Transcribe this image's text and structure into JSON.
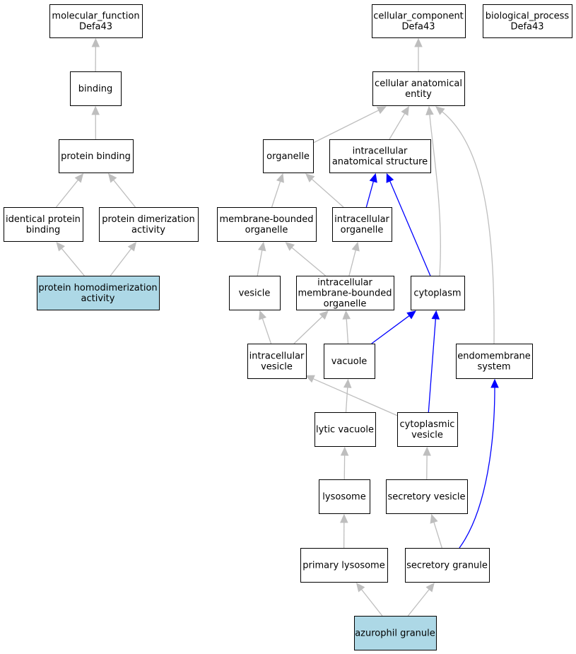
{
  "colors": {
    "node_fill": "#ffffff",
    "highlight_fill": "#add8e6",
    "edge_gray": "#bebebe",
    "edge_blue": "#0000ff",
    "border": "#000000"
  },
  "nodes": [
    {
      "id": "molecular_function",
      "lines": [
        "molecular_function",
        "Defa43"
      ],
      "highlight": false
    },
    {
      "id": "binding",
      "lines": [
        "binding"
      ],
      "highlight": false
    },
    {
      "id": "protein_binding",
      "lines": [
        "protein binding"
      ],
      "highlight": false
    },
    {
      "id": "identical_protein_binding",
      "lines": [
        "identical protein",
        "binding"
      ],
      "highlight": false
    },
    {
      "id": "protein_dimerization_activity",
      "lines": [
        "protein dimerization",
        "activity"
      ],
      "highlight": false
    },
    {
      "id": "protein_homodimerization_activity",
      "lines": [
        "protein homodimerization",
        "activity"
      ],
      "highlight": true
    },
    {
      "id": "cellular_component",
      "lines": [
        "cellular_component",
        "Defa43"
      ],
      "highlight": false
    },
    {
      "id": "biological_process",
      "lines": [
        "biological_process",
        "Defa43"
      ],
      "highlight": false
    },
    {
      "id": "cellular_anatomical_entity",
      "lines": [
        "cellular anatomical",
        "entity"
      ],
      "highlight": false
    },
    {
      "id": "organelle",
      "lines": [
        "organelle"
      ],
      "highlight": false
    },
    {
      "id": "intracellular_anatomical_structure",
      "lines": [
        "intracellular",
        "anatomical structure"
      ],
      "highlight": false
    },
    {
      "id": "membrane_bounded_organelle",
      "lines": [
        "membrane-bounded",
        "organelle"
      ],
      "highlight": false
    },
    {
      "id": "intracellular_organelle",
      "lines": [
        "intracellular",
        "organelle"
      ],
      "highlight": false
    },
    {
      "id": "vesicle",
      "lines": [
        "vesicle"
      ],
      "highlight": false
    },
    {
      "id": "intracellular_membrane_bounded_organelle",
      "lines": [
        "intracellular",
        "membrane-bounded",
        "organelle"
      ],
      "highlight": false
    },
    {
      "id": "cytoplasm",
      "lines": [
        "cytoplasm"
      ],
      "highlight": false
    },
    {
      "id": "intracellular_vesicle",
      "lines": [
        "intracellular",
        "vesicle"
      ],
      "highlight": false
    },
    {
      "id": "vacuole",
      "lines": [
        "vacuole"
      ],
      "highlight": false
    },
    {
      "id": "endomembrane_system",
      "lines": [
        "endomembrane",
        "system"
      ],
      "highlight": false
    },
    {
      "id": "lytic_vacuole",
      "lines": [
        "lytic vacuole"
      ],
      "highlight": false
    },
    {
      "id": "cytoplasmic_vesicle",
      "lines": [
        "cytoplasmic",
        "vesicle"
      ],
      "highlight": false
    },
    {
      "id": "lysosome",
      "lines": [
        "lysosome"
      ],
      "highlight": false
    },
    {
      "id": "secretory_vesicle",
      "lines": [
        "secretory vesicle"
      ],
      "highlight": false
    },
    {
      "id": "primary_lysosome",
      "lines": [
        "primary lysosome"
      ],
      "highlight": false
    },
    {
      "id": "secretory_granule",
      "lines": [
        "secretory granule"
      ],
      "highlight": false
    },
    {
      "id": "azurophil_granule",
      "lines": [
        "azurophil granule"
      ],
      "highlight": true
    }
  ],
  "edges": [
    {
      "from": "binding",
      "to": "molecular_function",
      "color": "gray"
    },
    {
      "from": "protein_binding",
      "to": "binding",
      "color": "gray"
    },
    {
      "from": "identical_protein_binding",
      "to": "protein_binding",
      "color": "gray"
    },
    {
      "from": "protein_dimerization_activity",
      "to": "protein_binding",
      "color": "gray"
    },
    {
      "from": "protein_homodimerization_activity",
      "to": "identical_protein_binding",
      "color": "gray"
    },
    {
      "from": "protein_homodimerization_activity",
      "to": "protein_dimerization_activity",
      "color": "gray"
    },
    {
      "from": "cellular_anatomical_entity",
      "to": "cellular_component",
      "color": "gray"
    },
    {
      "from": "organelle",
      "to": "cellular_anatomical_entity",
      "color": "gray"
    },
    {
      "from": "intracellular_anatomical_structure",
      "to": "cellular_anatomical_entity",
      "color": "gray"
    },
    {
      "from": "cytoplasm",
      "to": "cellular_anatomical_entity",
      "color": "gray"
    },
    {
      "from": "endomembrane_system",
      "to": "cellular_anatomical_entity",
      "color": "gray"
    },
    {
      "from": "membrane_bounded_organelle",
      "to": "organelle",
      "color": "gray"
    },
    {
      "from": "intracellular_organelle",
      "to": "organelle",
      "color": "gray"
    },
    {
      "from": "intracellular_organelle",
      "to": "intracellular_anatomical_structure",
      "color": "blue"
    },
    {
      "from": "cytoplasm",
      "to": "intracellular_anatomical_structure",
      "color": "blue"
    },
    {
      "from": "vesicle",
      "to": "membrane_bounded_organelle",
      "color": "gray"
    },
    {
      "from": "intracellular_membrane_bounded_organelle",
      "to": "membrane_bounded_organelle",
      "color": "gray"
    },
    {
      "from": "intracellular_membrane_bounded_organelle",
      "to": "intracellular_organelle",
      "color": "gray"
    },
    {
      "from": "intracellular_vesicle",
      "to": "vesicle",
      "color": "gray"
    },
    {
      "from": "intracellular_vesicle",
      "to": "intracellular_membrane_bounded_organelle",
      "color": "gray"
    },
    {
      "from": "vacuole",
      "to": "intracellular_membrane_bounded_organelle",
      "color": "gray"
    },
    {
      "from": "vacuole",
      "to": "cytoplasm",
      "color": "blue"
    },
    {
      "from": "lytic_vacuole",
      "to": "vacuole",
      "color": "gray"
    },
    {
      "from": "cytoplasmic_vesicle",
      "to": "intracellular_vesicle",
      "color": "gray"
    },
    {
      "from": "cytoplasmic_vesicle",
      "to": "cytoplasm",
      "color": "blue"
    },
    {
      "from": "lysosome",
      "to": "lytic_vacuole",
      "color": "gray"
    },
    {
      "from": "secretory_vesicle",
      "to": "cytoplasmic_vesicle",
      "color": "gray"
    },
    {
      "from": "primary_lysosome",
      "to": "lysosome",
      "color": "gray"
    },
    {
      "from": "secretory_granule",
      "to": "secretory_vesicle",
      "color": "gray"
    },
    {
      "from": "secretory_granule",
      "to": "endomembrane_system",
      "color": "blue"
    },
    {
      "from": "azurophil_granule",
      "to": "primary_lysosome",
      "color": "gray"
    },
    {
      "from": "azurophil_granule",
      "to": "secretory_granule",
      "color": "gray"
    }
  ]
}
